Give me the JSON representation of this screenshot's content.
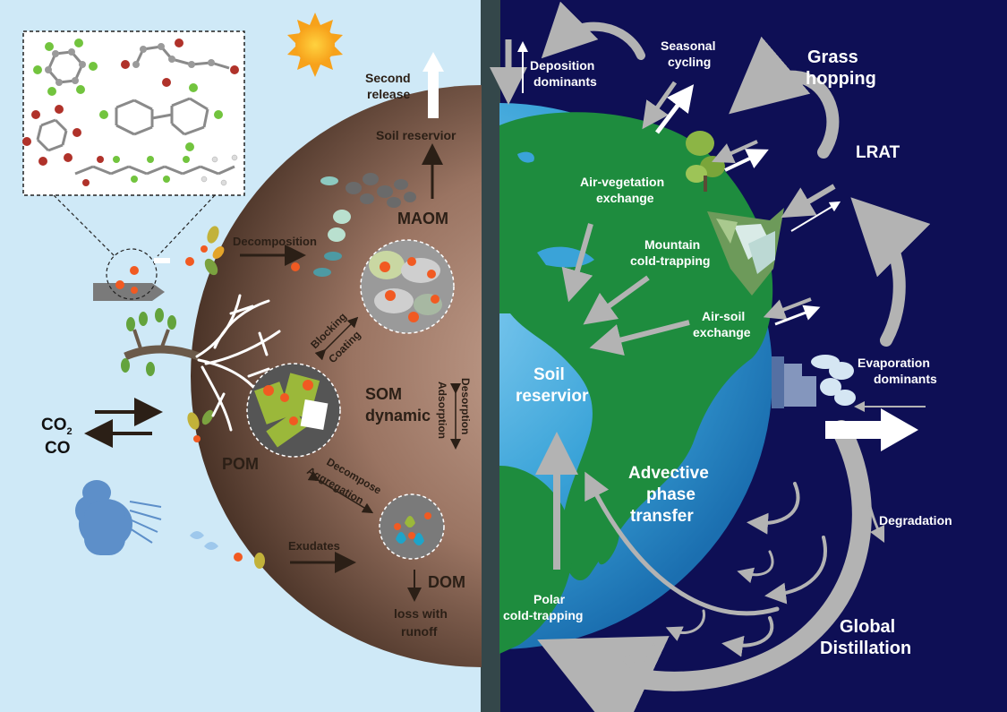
{
  "left_panel": {
    "chemicals": "CO2 CO",
    "labels": {
      "second_release": [
        "Second",
        "release"
      ],
      "soil_reservior": "Soil reservior",
      "decomposition": "Decomposition",
      "maom": "MAOM",
      "blocking": "Blocking",
      "coating": "Coating",
      "som": [
        "SOM",
        "dynamic"
      ],
      "desorption": "Desorption",
      "adsorption": "Adsorption",
      "pom": "POM",
      "decompose": "Decompose",
      "aggregation": "Aggregation",
      "exudates": "Exudates",
      "dom": "DOM",
      "loss": [
        "loss with",
        "runoff"
      ],
      "co2_main": "CO",
      "co2_sub": "2",
      "co": "CO"
    }
  },
  "right_panel": {
    "labels": {
      "deposition": [
        "Deposition",
        "dominants"
      ],
      "seasonal": [
        "Seasonal",
        "cycling"
      ],
      "grass": [
        "Grass",
        "hopping"
      ],
      "lrat": "LRAT",
      "air_veg": [
        "Air-vegetation",
        "exchange"
      ],
      "mountain": [
        "Mountain",
        "cold-trapping"
      ],
      "air_soil": [
        "Air-soil",
        "exchange"
      ],
      "evaporation": [
        "Evaporation",
        "dominants"
      ],
      "soil_reservior": [
        "Soil",
        "reservior"
      ],
      "advective": [
        "Advective",
        "phase",
        "transfer"
      ],
      "degradation": "Degradation",
      "polar": [
        "Polar",
        "cold-trapping"
      ],
      "global": [
        "Global",
        "Distillation"
      ]
    }
  },
  "colors": {
    "sky": "#cfe9f7",
    "night": "#0e0f55",
    "divider": "#34474a",
    "soil": "#9a7462",
    "earth_ocean": "#3aa3d8",
    "earth_land": "#1e8c3e",
    "arrow_gray": "#b3b3b3",
    "pollutant": "#f15a22"
  }
}
